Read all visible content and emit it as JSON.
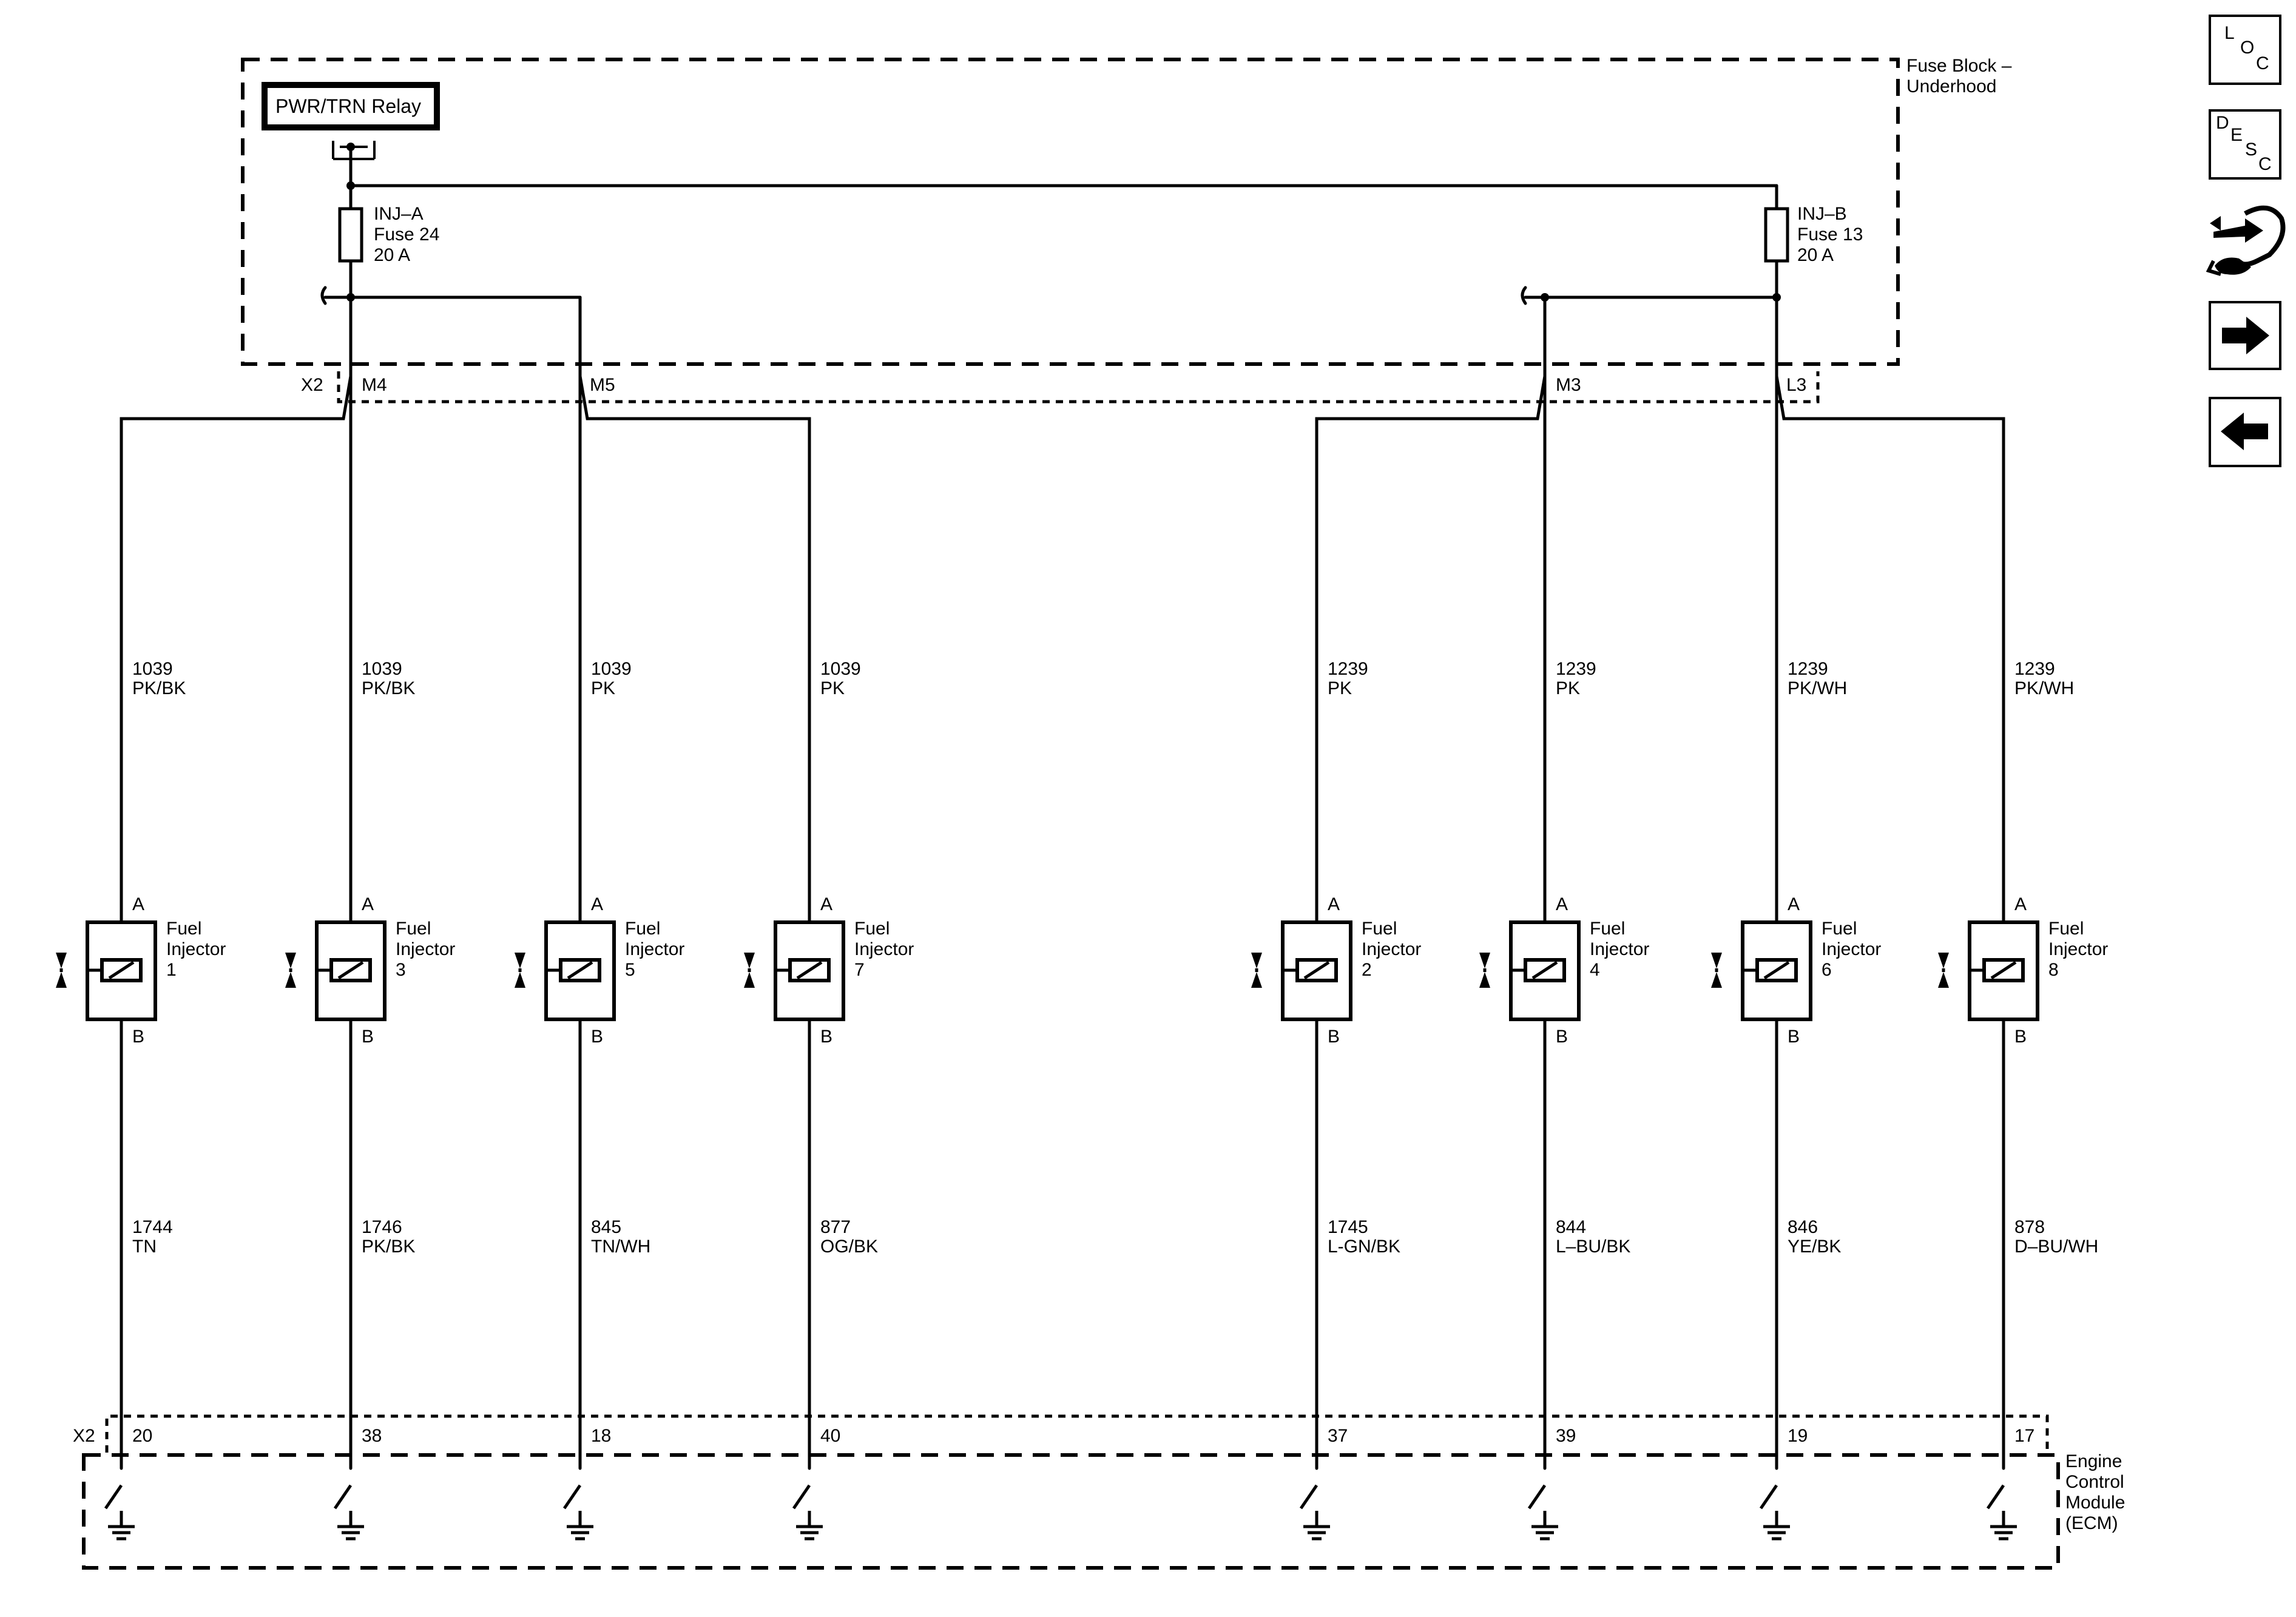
{
  "fuse_block": {
    "label_lines": [
      "Fuse Block –",
      "Underhood"
    ]
  },
  "relay": {
    "label": "PWR/TRN Relay"
  },
  "fuses": [
    {
      "lines": [
        "INJ–A",
        "Fuse 24",
        "20 A"
      ]
    },
    {
      "lines": [
        "INJ–B",
        "Fuse 13",
        "20 A"
      ]
    }
  ],
  "top_connector": {
    "name": "X2",
    "pins": [
      "M4",
      "M5",
      "M3",
      "L3"
    ]
  },
  "bottom_connector": {
    "name": "X2"
  },
  "injectors": [
    {
      "label_lines": [
        "Fuel",
        "Injector",
        "1"
      ],
      "pin_a": "A",
      "pin_b": "B",
      "supply_circuit": "1039",
      "supply_color": "PK/BK",
      "control_circuit": "1744",
      "control_color": "TN",
      "ecm_pin": "20"
    },
    {
      "label_lines": [
        "Fuel",
        "Injector",
        "3"
      ],
      "pin_a": "A",
      "pin_b": "B",
      "supply_circuit": "1039",
      "supply_color": "PK/BK",
      "control_circuit": "1746",
      "control_color": "PK/BK",
      "ecm_pin": "38"
    },
    {
      "label_lines": [
        "Fuel",
        "Injector",
        "5"
      ],
      "pin_a": "A",
      "pin_b": "B",
      "supply_circuit": "1039",
      "supply_color": "PK",
      "control_circuit": "845",
      "control_color": "TN/WH",
      "ecm_pin": "18"
    },
    {
      "label_lines": [
        "Fuel",
        "Injector",
        "7"
      ],
      "pin_a": "A",
      "pin_b": "B",
      "supply_circuit": "1039",
      "supply_color": "PK",
      "control_circuit": "877",
      "control_color": "OG/BK",
      "ecm_pin": "40"
    },
    {
      "label_lines": [
        "Fuel",
        "Injector",
        "2"
      ],
      "pin_a": "A",
      "pin_b": "B",
      "supply_circuit": "1239",
      "supply_color": "PK",
      "control_circuit": "1745",
      "control_color": "L-GN/BK",
      "ecm_pin": "37"
    },
    {
      "label_lines": [
        "Fuel",
        "Injector",
        "4"
      ],
      "pin_a": "A",
      "pin_b": "B",
      "supply_circuit": "1239",
      "supply_color": "PK",
      "control_circuit": "844",
      "control_color": "L–BU/BK",
      "ecm_pin": "39"
    },
    {
      "label_lines": [
        "Fuel",
        "Injector",
        "6"
      ],
      "pin_a": "A",
      "pin_b": "B",
      "supply_circuit": "1239",
      "supply_color": "PK/WH",
      "control_circuit": "846",
      "control_color": "YE/BK",
      "ecm_pin": "19"
    },
    {
      "label_lines": [
        "Fuel",
        "Injector",
        "8"
      ],
      "pin_a": "A",
      "pin_b": "B",
      "supply_circuit": "1239",
      "supply_color": "PK/WH",
      "control_circuit": "878",
      "control_color": "D–BU/WH",
      "ecm_pin": "17"
    }
  ],
  "ecm": {
    "label_lines": [
      "Engine",
      "Control",
      "Module",
      "(ECM)"
    ]
  },
  "nav": [
    {
      "icon": "loc-icon",
      "chars": [
        "L",
        "O",
        "C"
      ]
    },
    {
      "icon": "desc-icon",
      "chars": [
        "D",
        "E",
        "S",
        "C"
      ]
    },
    {
      "icon": "service-wrench-icon"
    },
    {
      "icon": "arrow-right-icon"
    },
    {
      "icon": "arrow-left-icon"
    }
  ]
}
